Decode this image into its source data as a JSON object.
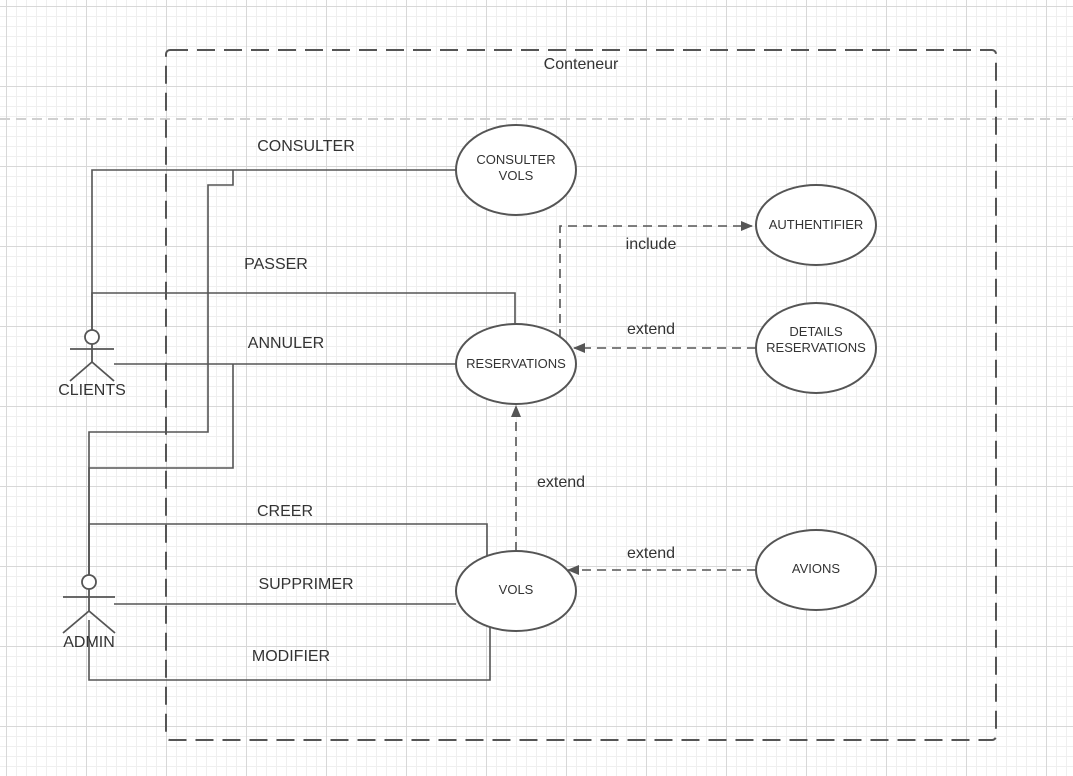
{
  "diagram": {
    "type": "use-case",
    "container": {
      "label": "Conteneur"
    },
    "actors": [
      {
        "id": "clients",
        "label": "CLIENTS"
      },
      {
        "id": "admin",
        "label": "ADMIN"
      }
    ],
    "use_cases": [
      {
        "id": "consulter_vols",
        "label_lines": [
          "CONSULTER",
          "VOLS"
        ]
      },
      {
        "id": "authentifier",
        "label_lines": [
          "AUTHENTIFIER"
        ]
      },
      {
        "id": "reservations",
        "label_lines": [
          "RESERVATIONS"
        ]
      },
      {
        "id": "details_reservations",
        "label_lines": [
          "DETAILS",
          "RESERVATIONS"
        ]
      },
      {
        "id": "vols",
        "label_lines": [
          "VOLS"
        ]
      },
      {
        "id": "avions",
        "label_lines": [
          "AVIONS"
        ]
      }
    ],
    "associations": [
      {
        "from": "clients",
        "to": "consulter_vols",
        "label": "CONSULTER"
      },
      {
        "from": "clients",
        "to": "reservations",
        "label": "PASSER"
      },
      {
        "from": "clients",
        "to": "reservations",
        "label": "ANNULER"
      },
      {
        "from": "admin",
        "to": "consulter_vols",
        "label": ""
      },
      {
        "from": "admin",
        "to": "reservations",
        "label": ""
      },
      {
        "from": "admin",
        "to": "vols",
        "label": "CREER"
      },
      {
        "from": "admin",
        "to": "vols",
        "label": "SUPPRIMER"
      },
      {
        "from": "admin",
        "to": "vols",
        "label": "MODIFIER"
      }
    ],
    "dependencies": [
      {
        "from": "reservations",
        "to": "authentifier",
        "label": "include"
      },
      {
        "from": "details_reservations",
        "to": "reservations",
        "label": "extend"
      },
      {
        "from": "vols",
        "to": "reservations",
        "label": "extend"
      },
      {
        "from": "avions",
        "to": "vols",
        "label": "extend"
      }
    ]
  },
  "colors": {
    "stroke": "#555555",
    "text": "#333333",
    "fill": "#ffffff"
  }
}
